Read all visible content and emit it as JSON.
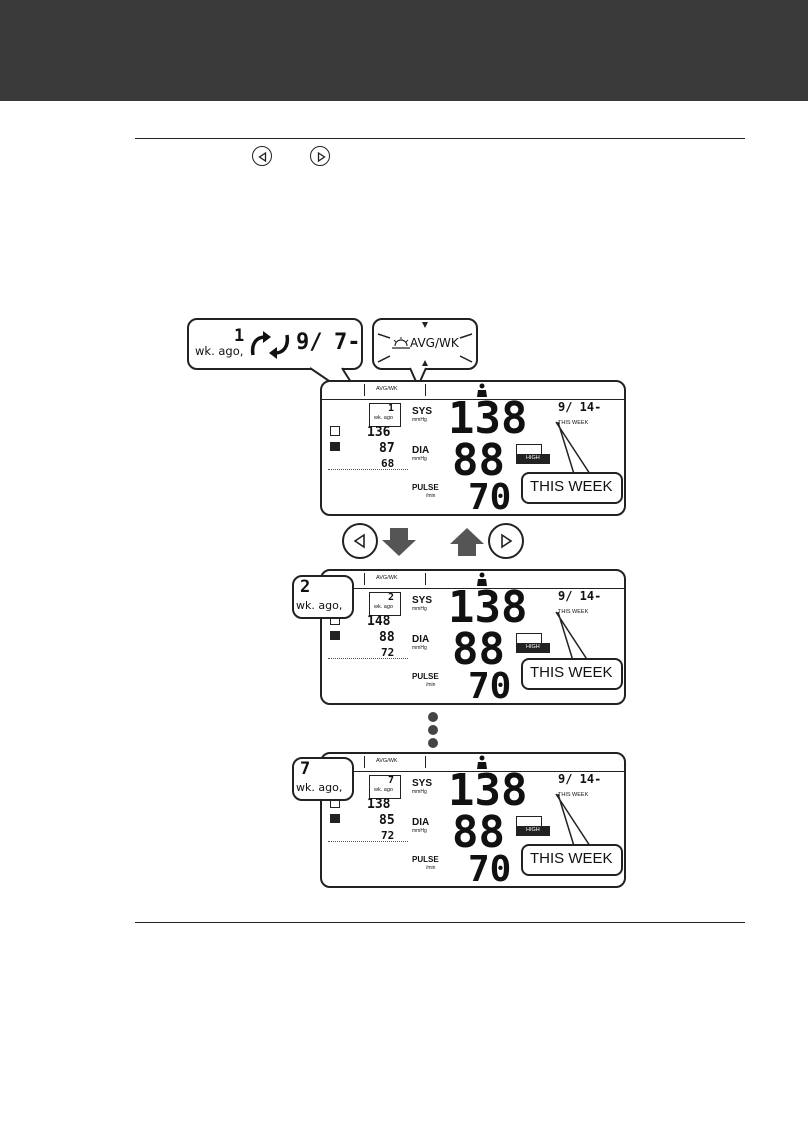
{
  "display": {
    "avg_wk": "AVG/WK",
    "wk_ago_box": "wk. ago",
    "sys_label": "SYS",
    "dia_label": "DIA",
    "pulse_label": "PULSE",
    "unit_mmhg": "mmHg",
    "unit_min": "/min",
    "sys_value": "138",
    "dia_value": "88",
    "pulse_value": "70",
    "date": "9/ 14-",
    "this_week_small": "THIS WEEK",
    "high_label": "HIGH"
  },
  "screens": [
    {
      "weeks_ago": "1",
      "sys": "136",
      "dia": "87",
      "pulse": "68"
    },
    {
      "weeks_ago": "2",
      "sys": "148",
      "dia": "88",
      "pulse": "72"
    },
    {
      "weeks_ago": "7",
      "sys": "138",
      "dia": "85",
      "pulse": "72"
    }
  ],
  "callouts": {
    "week_number_1": "1",
    "week_number_2": "2",
    "week_number_7": "7",
    "wk_ago": "wk. ago,",
    "period_start": "9/",
    "period_end": "7-",
    "avg_wk": "AVG/WK",
    "this_week": "THIS WEEK"
  }
}
